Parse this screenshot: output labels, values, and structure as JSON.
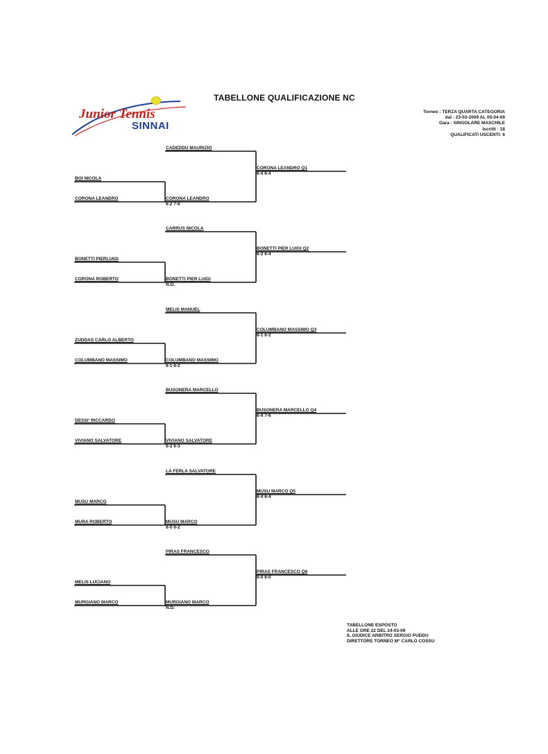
{
  "title": "TABELLONE QUALIFICAZIONE NC",
  "logo": {
    "line1": "Junior Tennis",
    "line2": "SINNAI"
  },
  "info": [
    "Torneo : TERZA QUARTA CATEGORIA",
    "dal : 23-03-2009  AL 05-04-09",
    "Gara : SINGOLARE MASCHILE",
    "Iscritti : 18",
    "QUALIFICATI USCENTI: 6"
  ],
  "sections": [
    {
      "r1a": "BOI NICOLA",
      "r1b": "CORONA LEANDRO",
      "bye": "CADEDDU MAURIZIO",
      "r2w": "CORONA LEANDRO",
      "r2s": "6-2 7-6",
      "q": "CORONA LEANDRO Q1",
      "qs": "6-4 6-4"
    },
    {
      "r1a": "BONETTI PIERLUIGI",
      "r1b": "CORONA ROBERTO",
      "bye": "CARRUS NICOLA",
      "r2w": "BONETTI PIER LUIGI",
      "r2s": "N.D.",
      "q": "BONETTI PIER LUIGI Q2",
      "qs": "6-2 6-4"
    },
    {
      "r1a": "ZUDDAS CARLO ALBERTO",
      "r1b": "COLUMBANO MASSIMO",
      "bye": "MELIS MANUEL",
      "r2w": "COLUMBANO MASSIMO",
      "r2s": "6-1 6-2",
      "q": "COLUMBANO MASSIMO Q3",
      "qs": "6-1 6-2"
    },
    {
      "r1a": "DESSI' RICCARDO",
      "r1b": "VIVIANO SALVATORE",
      "bye": "BUSONERA MARCELLO",
      "r2w": "VIVIANO SALVATORE",
      "r2s": "6-2 6-3",
      "q": "BUSONERA MARCELLO Q4",
      "qs": "6-4 7-6"
    },
    {
      "r1a": "MUSU MARCO",
      "r1b": "MURA ROBERTO",
      "bye": "LA FERLA SALVATORE",
      "r2w": "MUSU MARCO",
      "r2s": "6-0 6-2",
      "q": "MUSU MARCO Q5",
      "qs": "6-4 6-4"
    },
    {
      "r1a": "MELIS LUCIANO",
      "r1b": "MURGIANO MARCO",
      "bye": "PIRAS FRANCESCO",
      "r2w": "MURGIANO MARCO",
      "r2s": "N.D.",
      "q": "PIRAS FRANCESCO Q6",
      "qs": "6-0 6-0"
    }
  ],
  "footer": [
    "TABELLONE ESPOSTO",
    "ALLE ORE 22 DEL 24-03-09",
    "IL GIUDICE ARBITRO SERGIO PUDDU",
    "DIRETTORE TORNEO M° CARLO COSSU"
  ]
}
